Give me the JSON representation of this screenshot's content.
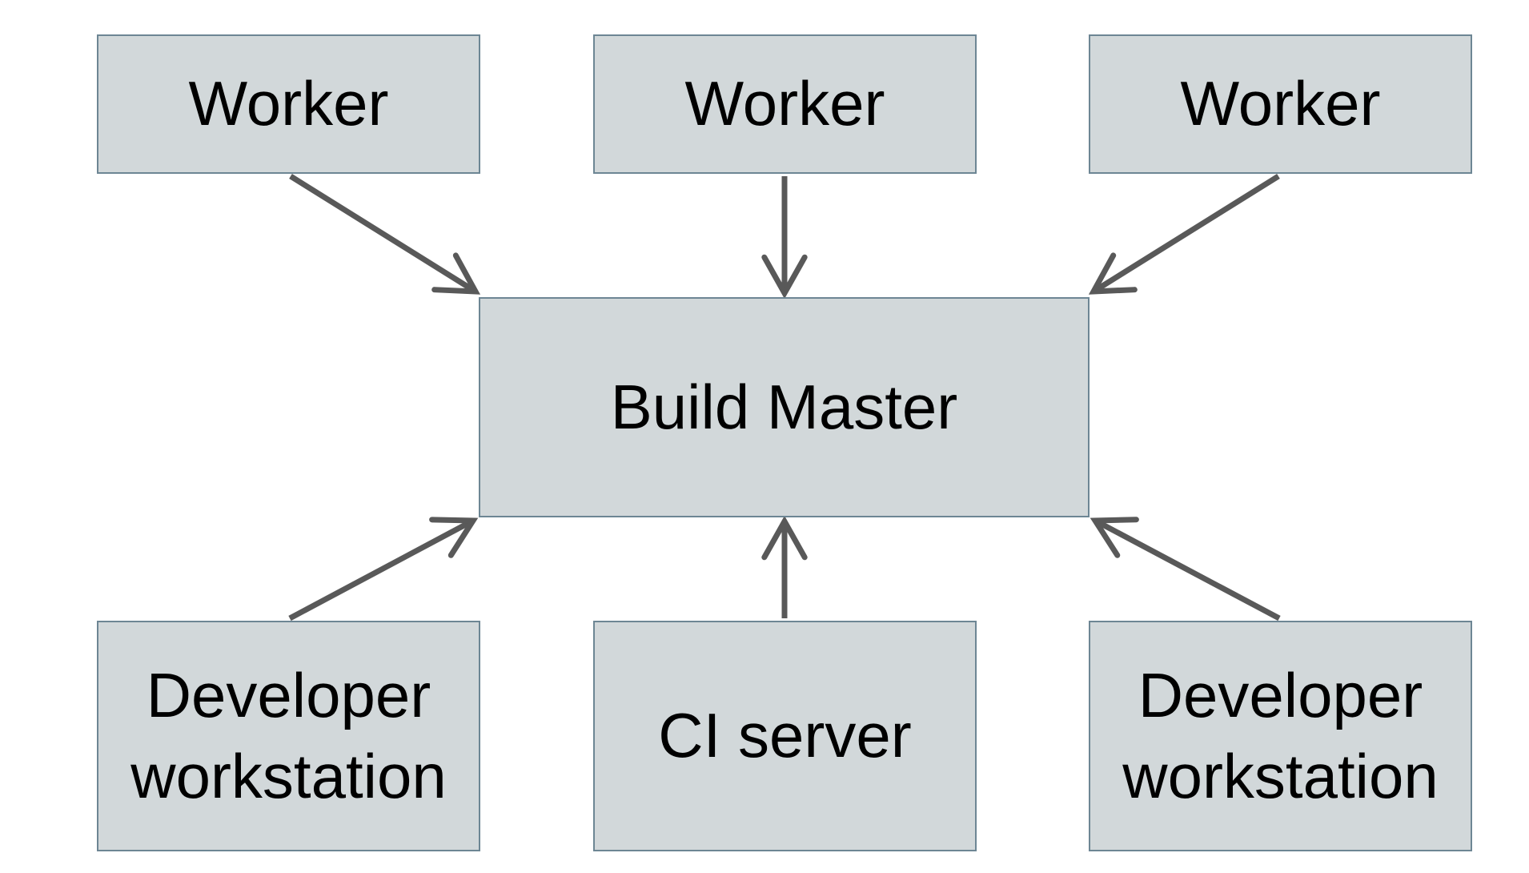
{
  "diagram": {
    "nodes": {
      "worker1": {
        "label": "Worker"
      },
      "worker2": {
        "label": "Worker"
      },
      "worker3": {
        "label": "Worker"
      },
      "build_master": {
        "label": "Build Master"
      },
      "dev_left": {
        "label": "Developer workstation"
      },
      "ci_server": {
        "label": "CI server"
      },
      "dev_right": {
        "label": "Developer workstation"
      }
    },
    "edges": [
      {
        "from": "worker1",
        "to": "build_master"
      },
      {
        "from": "worker2",
        "to": "build_master"
      },
      {
        "from": "worker3",
        "to": "build_master"
      },
      {
        "from": "dev_left",
        "to": "build_master"
      },
      {
        "from": "ci_server",
        "to": "build_master"
      },
      {
        "from": "dev_right",
        "to": "build_master"
      }
    ]
  },
  "colors": {
    "background": "#ffffff",
    "node_fill": "#d2d8da",
    "node_border": "#6d8694",
    "arrow": "#595959",
    "text": "#000000"
  }
}
